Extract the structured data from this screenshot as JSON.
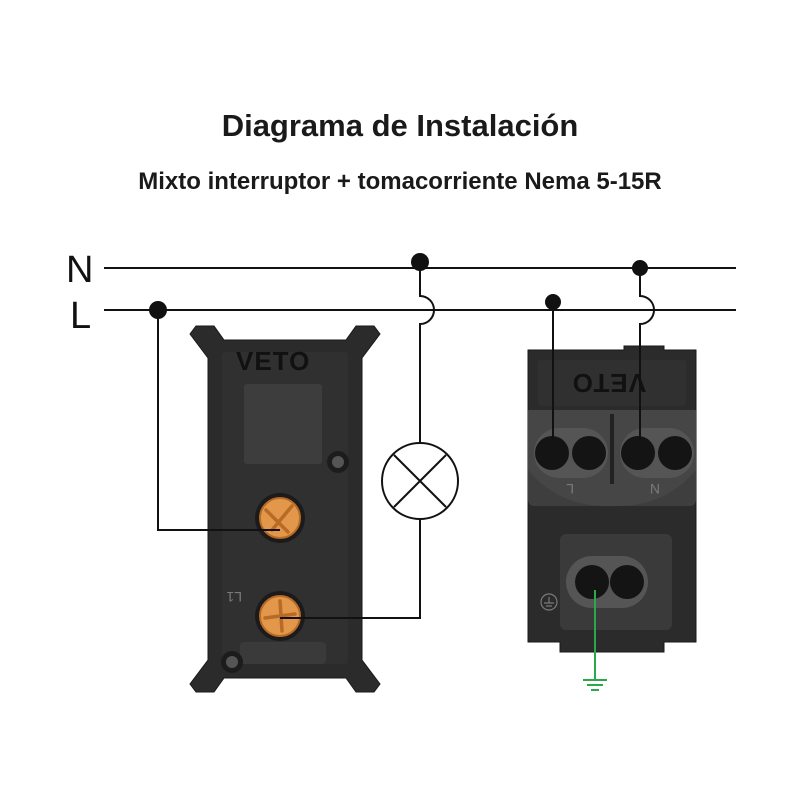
{
  "title": "Diagrama de Instalación",
  "subtitle": "Mixto interruptor + tomacorriente Nema 5-15R",
  "lines": {
    "neutral": "N",
    "line": "L"
  },
  "switch": {
    "brand": "VETO",
    "terminal": "L1"
  },
  "outlet": {
    "brand": "VETO",
    "terminal_l": "L",
    "terminal_n": "N"
  },
  "colors": {
    "wire": "#111111",
    "body": "#2b2b2b",
    "screw": "#e3974a",
    "ground": "#2aa84a"
  }
}
